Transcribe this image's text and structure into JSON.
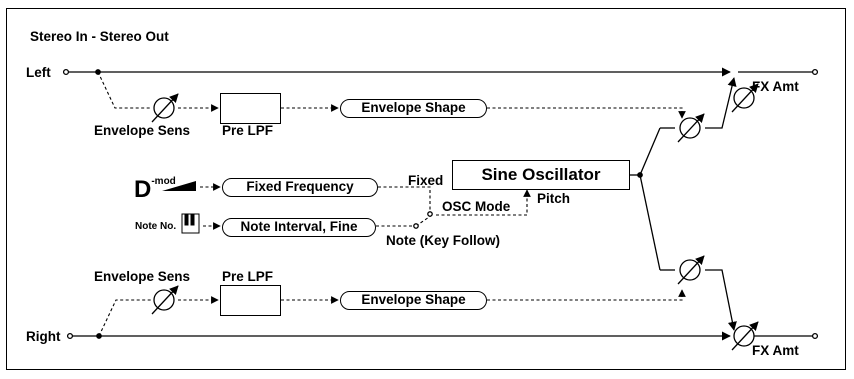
{
  "diagram": {
    "title": "Stereo In - Stereo Out",
    "inputs": {
      "left": "Left",
      "right": "Right"
    },
    "labels": {
      "envelope_sens_top": "Envelope Sens",
      "pre_lpf_top": "Pre LPF",
      "envelope_sens_bottom": "Envelope Sens",
      "pre_lpf_bottom": "Pre LPF",
      "fx_amt_top": "FX Amt",
      "fx_amt_bottom": "FX Amt",
      "fixed": "Fixed",
      "osc_mode": "OSC Mode",
      "pitch": "Pitch",
      "note_key_follow": "Note (Key Follow)"
    },
    "blocks": {
      "envelope_shape_top": "Envelope Shape",
      "envelope_shape_bottom": "Envelope Shape",
      "fixed_frequency": "Fixed Frequency",
      "note_interval_fine": "Note Interval, Fine",
      "sine_oscillator": "Sine Oscillator"
    },
    "dmod": {
      "main": "D",
      "sup": "-mod"
    },
    "note_no": "Note No."
  }
}
